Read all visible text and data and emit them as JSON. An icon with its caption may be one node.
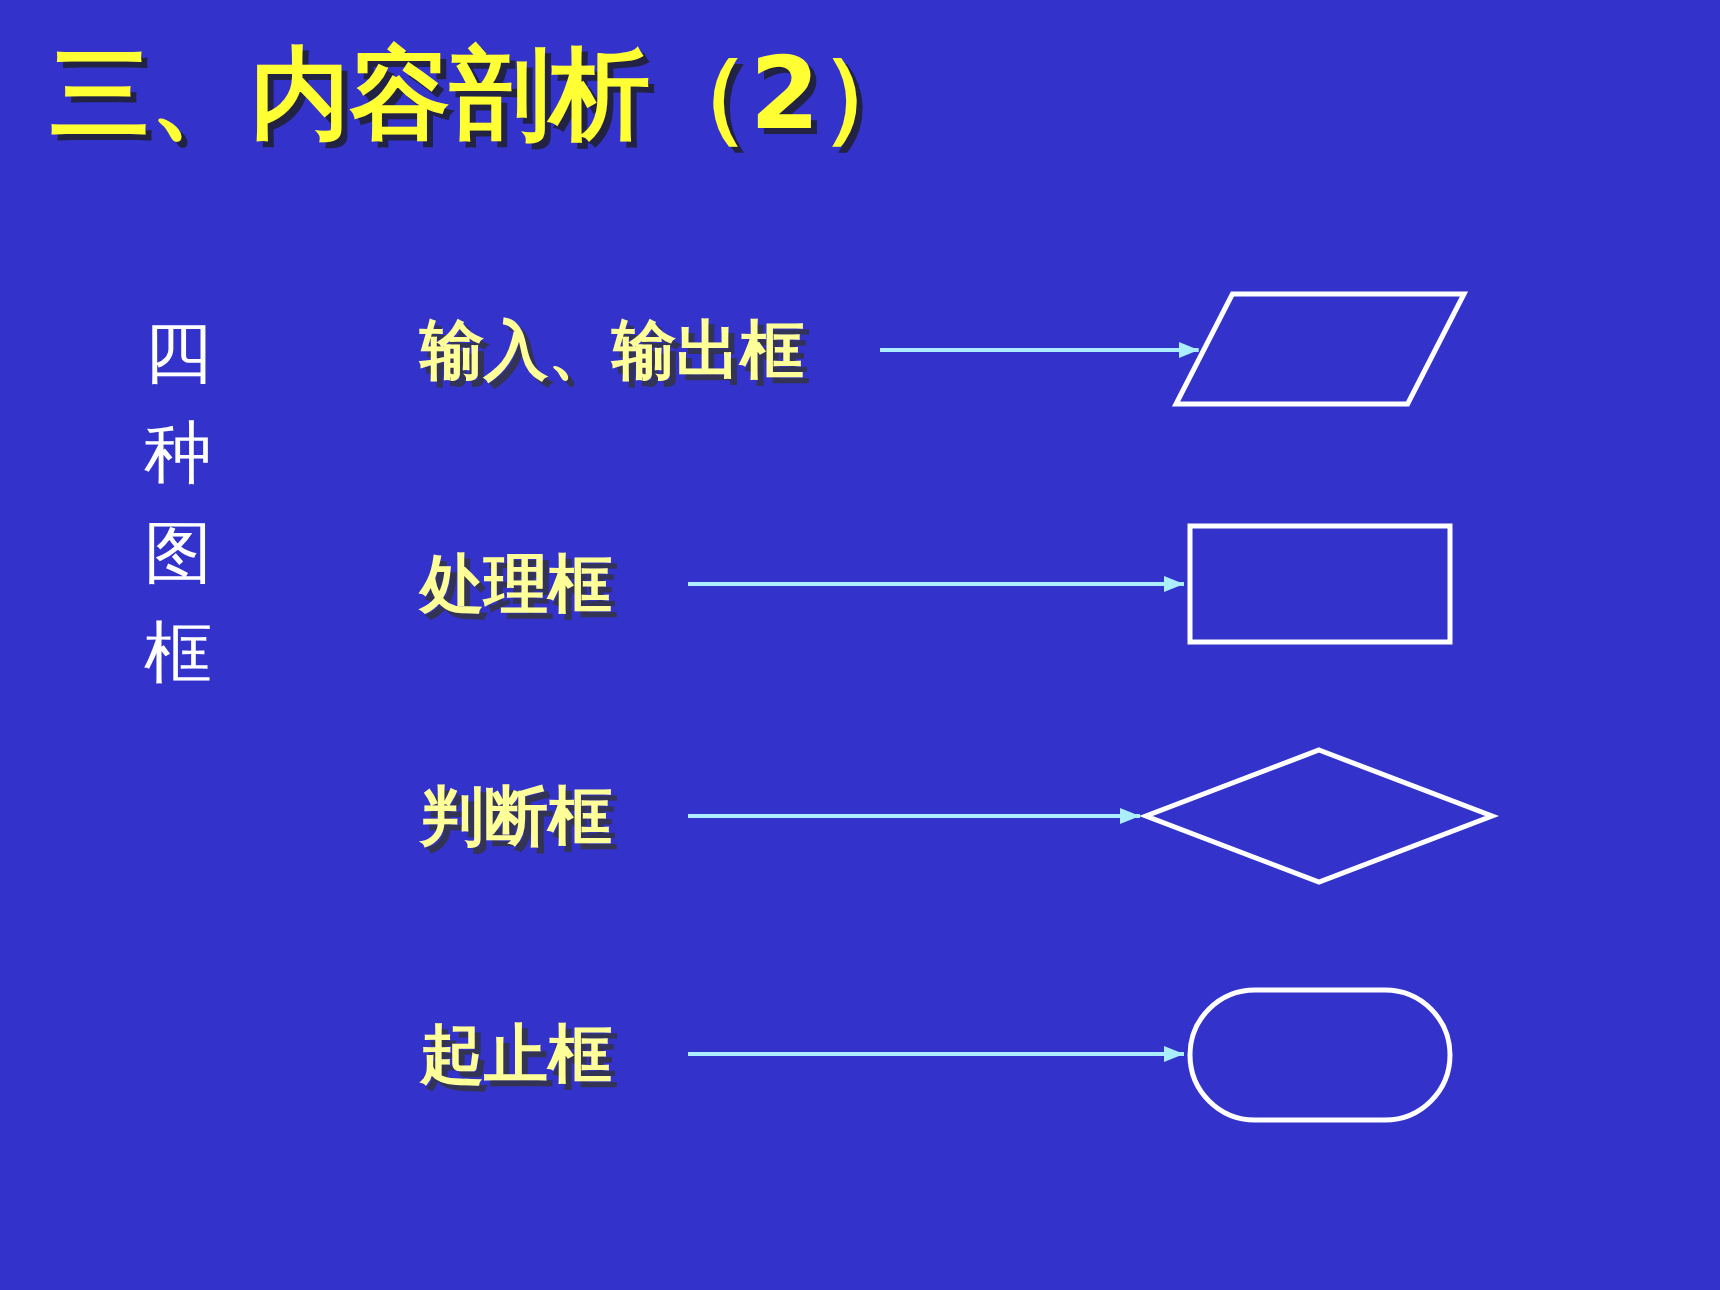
{
  "diagram": {
    "title": "三、内容剖析（2）",
    "nodes": [
      {
        "text": [
          "输入、输出框"
        ]
      },
      {
        "text": [],
        "shape": "parallelogram"
      },
      {
        "text": [
          "处理框"
        ]
      },
      {
        "text": [],
        "shape": "box"
      },
      {
        "text": [
          "判断框"
        ]
      },
      {
        "text": [],
        "shape": "diamond"
      },
      {
        "text": [
          "起止框"
        ]
      },
      {
        "text": [],
        "shape": "oval"
      }
    ],
    "edges": [
      {
        "from": 0,
        "to": 1,
        "arrow": "to"
      },
      {
        "from": 2,
        "to": 3,
        "arrow": "to"
      },
      {
        "from": 4,
        "to": 5,
        "arrow": "to"
      },
      {
        "from": 6,
        "to": 7,
        "arrow": "to"
      }
    ],
    "labels": [
      "四种图框"
    ]
  }
}
